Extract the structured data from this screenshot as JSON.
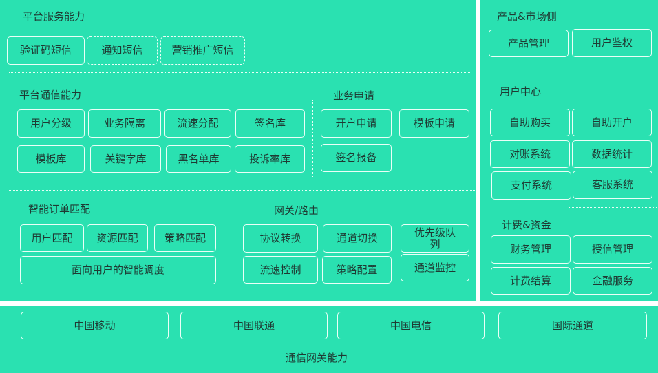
{
  "platform": {
    "service_title": "平台服务能力",
    "sms": [
      "验证码短信",
      "通知短信",
      "营销推广短信"
    ],
    "comm_title": "平台通信能力",
    "comm_row1": [
      "用户分级",
      "业务隔离",
      "流速分配",
      "签名库"
    ],
    "comm_row2": [
      "模板库",
      "关键字库",
      "黑名单库",
      "投诉率库"
    ],
    "apply_title": "业务申请",
    "apply": [
      "开户申请",
      "模板申请",
      "签名报备"
    ],
    "match_title": "智能订单匹配",
    "match": [
      "用户匹配",
      "资源匹配",
      "策略匹配"
    ],
    "match_wide": "面向用户的智能调度",
    "gw_title": "网关/路由",
    "gw": [
      "协议转换",
      "通道切换",
      "优先级队列",
      "流速控制",
      "策略配置",
      "通道监控"
    ]
  },
  "side": {
    "market_title": "产品&市场侧",
    "market": [
      "产品管理",
      "用户鉴权"
    ],
    "user_title": "用户中心",
    "user": [
      "自助购买",
      "自助开户",
      "对账系统",
      "数据统计",
      "支付系统",
      "客服系统"
    ],
    "billing_title": "计费&资金",
    "billing": [
      "财务管理",
      "授信管理",
      "计费结算",
      "金融服务"
    ]
  },
  "gateway": {
    "carriers": [
      "中国移动",
      "中国联通",
      "中国电信",
      "国际通道"
    ],
    "title": "通信网关能力"
  }
}
